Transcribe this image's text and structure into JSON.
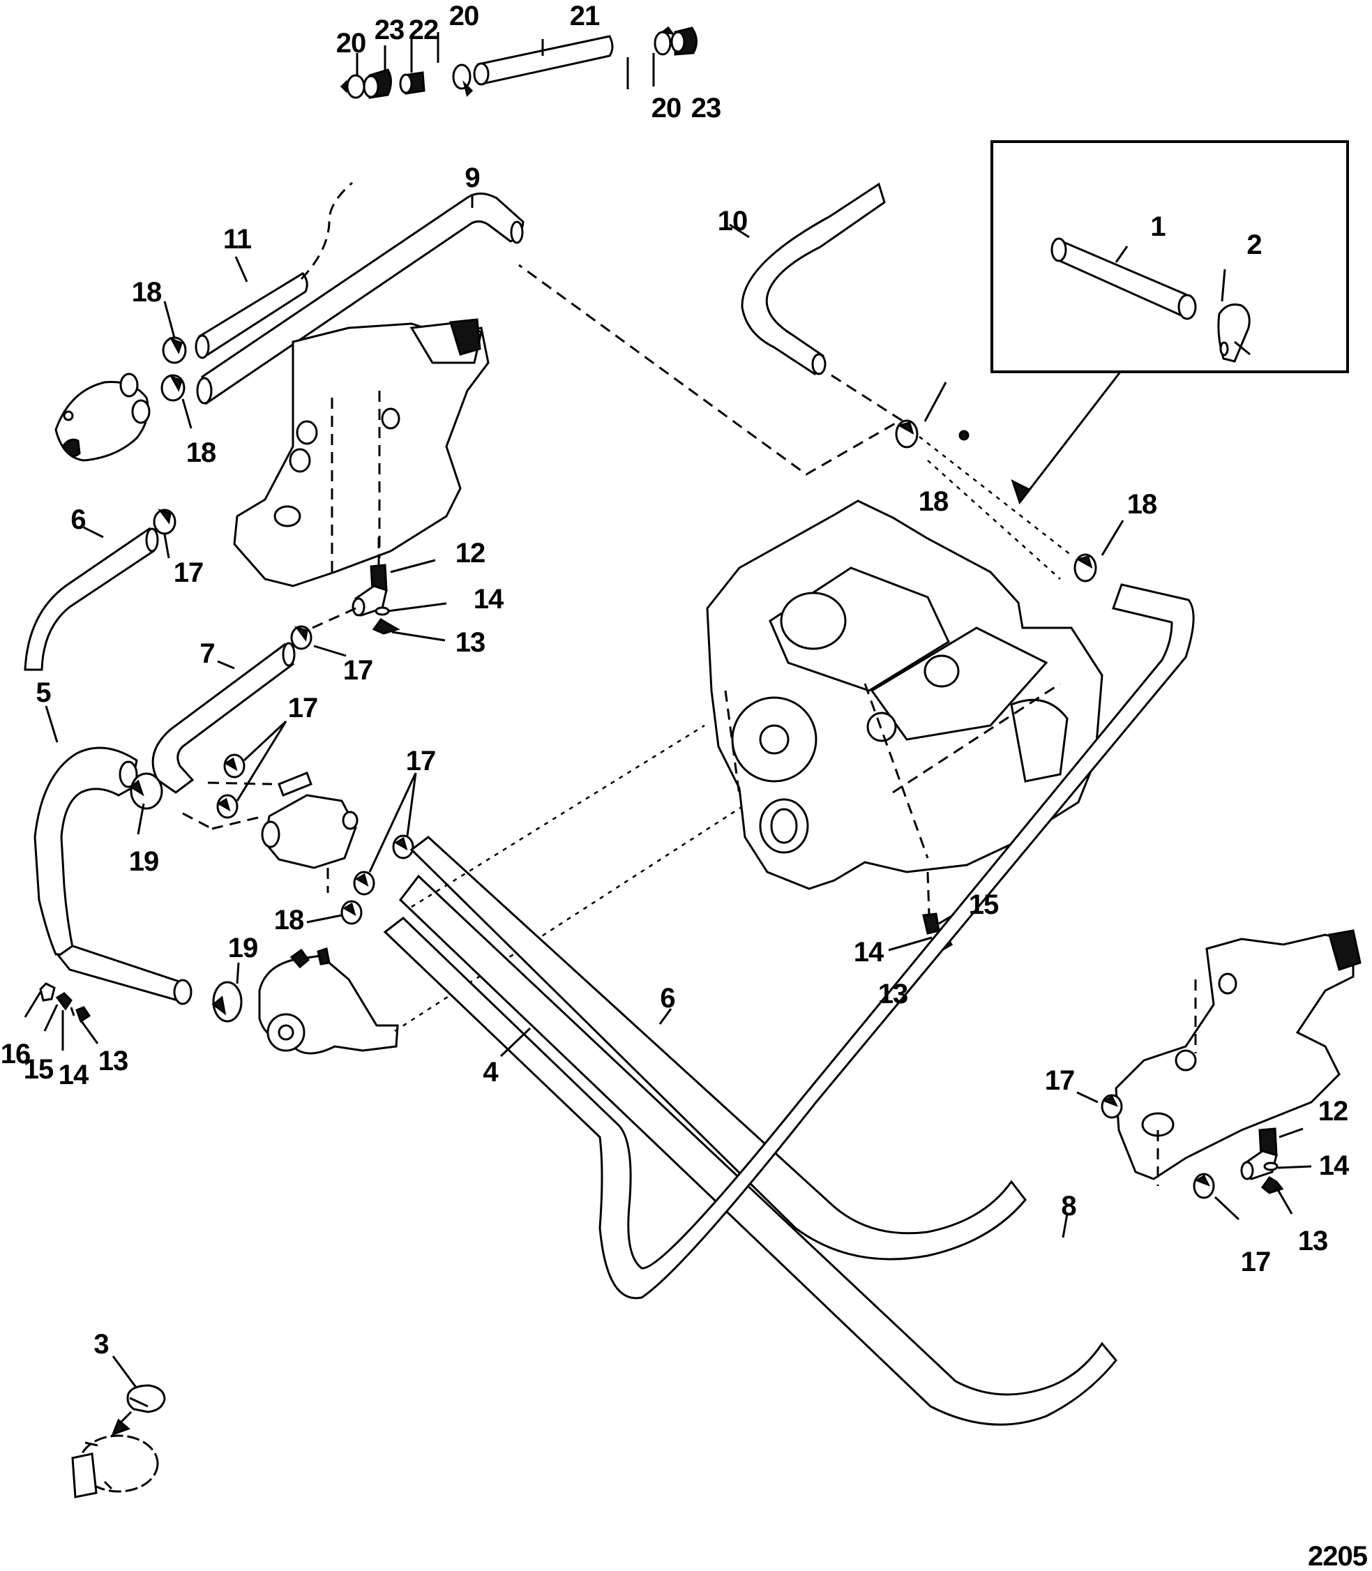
{
  "figure": {
    "figure_number": "2205",
    "inset_arrow_target": "engine-coolant-crossover"
  },
  "colors": {
    "line": "#000000",
    "background": "#ffffff"
  },
  "callouts": [
    {
      "id": "c-20a",
      "text": "20"
    },
    {
      "id": "c-23a",
      "text": "23"
    },
    {
      "id": "c-22",
      "text": "22"
    },
    {
      "id": "c-20b",
      "text": "20"
    },
    {
      "id": "c-21",
      "text": "21"
    },
    {
      "id": "c-20c",
      "text": "20"
    },
    {
      "id": "c-23b",
      "text": "23"
    },
    {
      "id": "c-9",
      "text": "9"
    },
    {
      "id": "c-11",
      "text": "11"
    },
    {
      "id": "c-18a",
      "text": "18"
    },
    {
      "id": "c-18b",
      "text": "18"
    },
    {
      "id": "c-10",
      "text": "10"
    },
    {
      "id": "c-1",
      "text": "1"
    },
    {
      "id": "c-2",
      "text": "2"
    },
    {
      "id": "c-6a",
      "text": "6"
    },
    {
      "id": "c-17a",
      "text": "17"
    },
    {
      "id": "c-12a",
      "text": "12"
    },
    {
      "id": "c-14a",
      "text": "14"
    },
    {
      "id": "c-13a",
      "text": "13"
    },
    {
      "id": "c-7",
      "text": "7"
    },
    {
      "id": "c-17b",
      "text": "17"
    },
    {
      "id": "c-5",
      "text": "5"
    },
    {
      "id": "c-17c",
      "text": "17"
    },
    {
      "id": "c-17d",
      "text": "17"
    },
    {
      "id": "c-19a",
      "text": "19"
    },
    {
      "id": "c-18c",
      "text": "18"
    },
    {
      "id": "c-19b",
      "text": "19"
    },
    {
      "id": "c-16",
      "text": "16"
    },
    {
      "id": "c-15a",
      "text": "15"
    },
    {
      "id": "c-14b",
      "text": "14"
    },
    {
      "id": "c-13b",
      "text": "13"
    },
    {
      "id": "c-18d",
      "text": "18"
    },
    {
      "id": "c-18e",
      "text": "18"
    },
    {
      "id": "c-15b",
      "text": "15"
    },
    {
      "id": "c-14c",
      "text": "14"
    },
    {
      "id": "c-13c",
      "text": "13"
    },
    {
      "id": "c-6b",
      "text": "6"
    },
    {
      "id": "c-4",
      "text": "4"
    },
    {
      "id": "c-17e",
      "text": "17"
    },
    {
      "id": "c-12b",
      "text": "12"
    },
    {
      "id": "c-14d",
      "text": "14"
    },
    {
      "id": "c-13d",
      "text": "13"
    },
    {
      "id": "c-8",
      "text": "8"
    },
    {
      "id": "c-17f",
      "text": "17"
    },
    {
      "id": "c-3",
      "text": "3"
    }
  ]
}
